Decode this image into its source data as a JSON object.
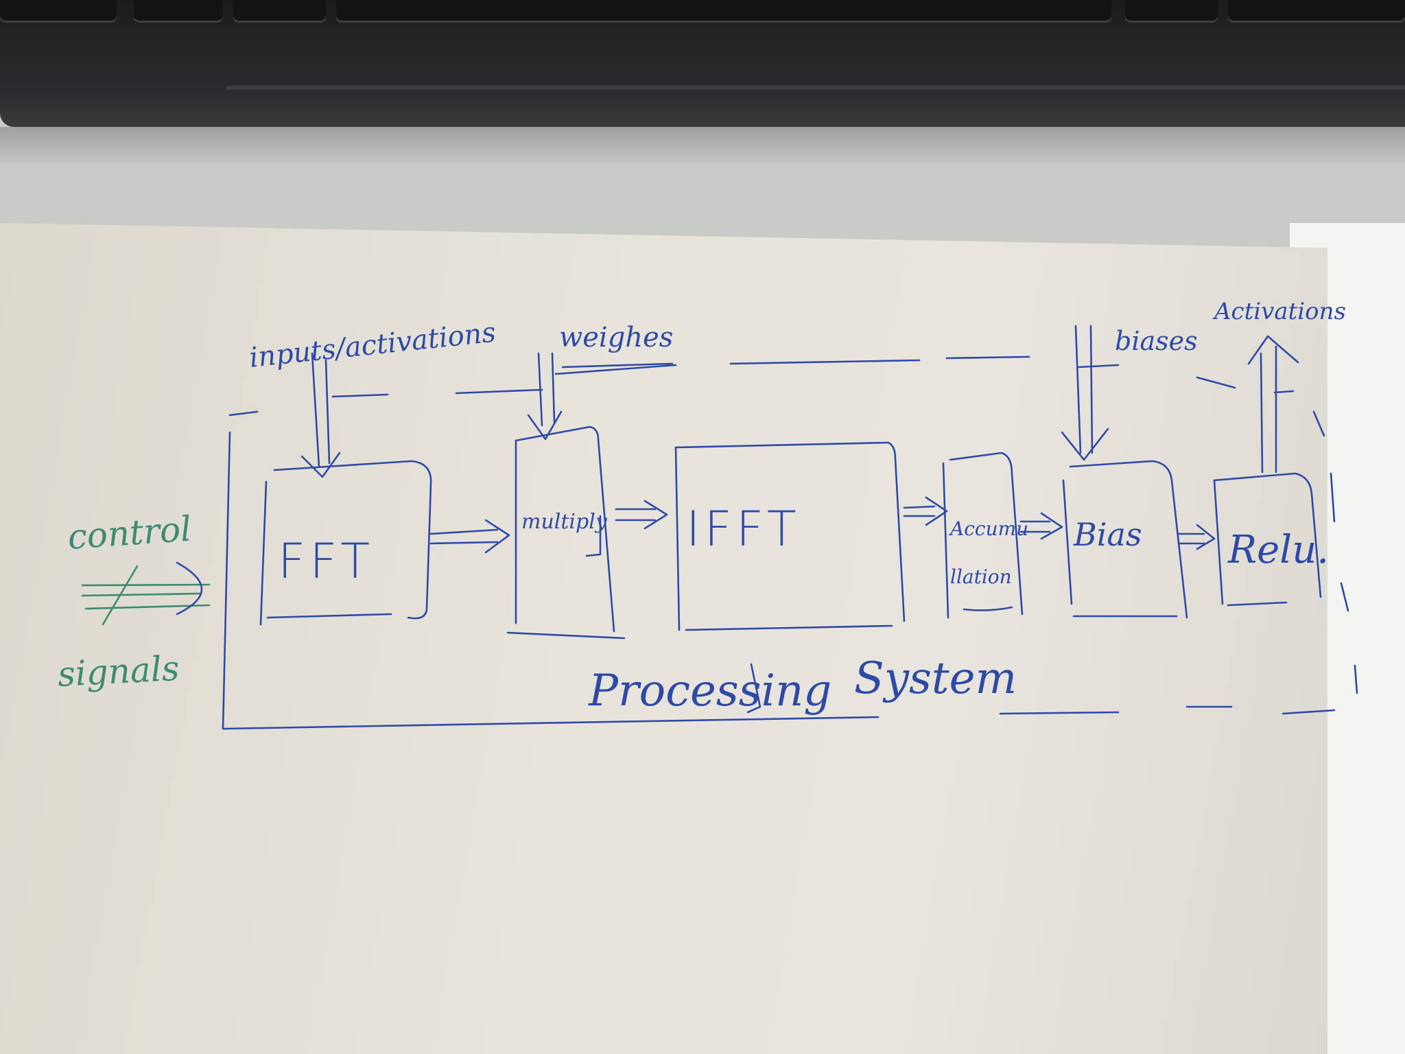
{
  "diagram": {
    "inputs": {
      "activations": "inputs/activations",
      "weights": "weighes",
      "biases": "biases",
      "output": "Activations"
    },
    "control": {
      "line1": "control",
      "line2": "signals"
    },
    "blocks": {
      "fft": "FFT",
      "multiply": "multiply",
      "ifft": "IFFT",
      "accumulation_1": "Accumu",
      "accumulation_2": "llation",
      "bias": "Bias",
      "relu": "Relu."
    },
    "system_label": {
      "word1": "Processing",
      "word2": "System"
    },
    "colors": {
      "ink": "#2f4aa6",
      "green_ink": "#3d8a72",
      "paper": "#e7e4dc",
      "desk": "#c9cbc8"
    }
  }
}
